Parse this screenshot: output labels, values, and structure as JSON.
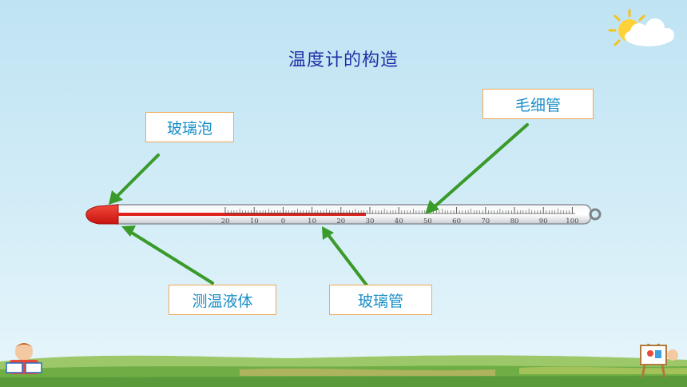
{
  "title": "温度计的构造",
  "labels": {
    "bulb": "玻璃泡",
    "capillary": "毛细管",
    "liquid": "测温液体",
    "tube": "玻璃管"
  },
  "scale": {
    "ticks": [
      "20",
      "10",
      "0",
      "10",
      "20",
      "30",
      "40",
      "50",
      "60",
      "70",
      "80",
      "90",
      "100"
    ]
  },
  "colors": {
    "title": "#1f2fa6",
    "label_text": "#1a8fc8",
    "label_border": "#f0a855",
    "arrow": "#3a9a2a",
    "liquid": "#e0221c"
  },
  "decor": {
    "sun_icon": "sun-with-cloud-icon",
    "reader_icon": "child-reading-icon",
    "easel_icon": "easel-icon"
  }
}
